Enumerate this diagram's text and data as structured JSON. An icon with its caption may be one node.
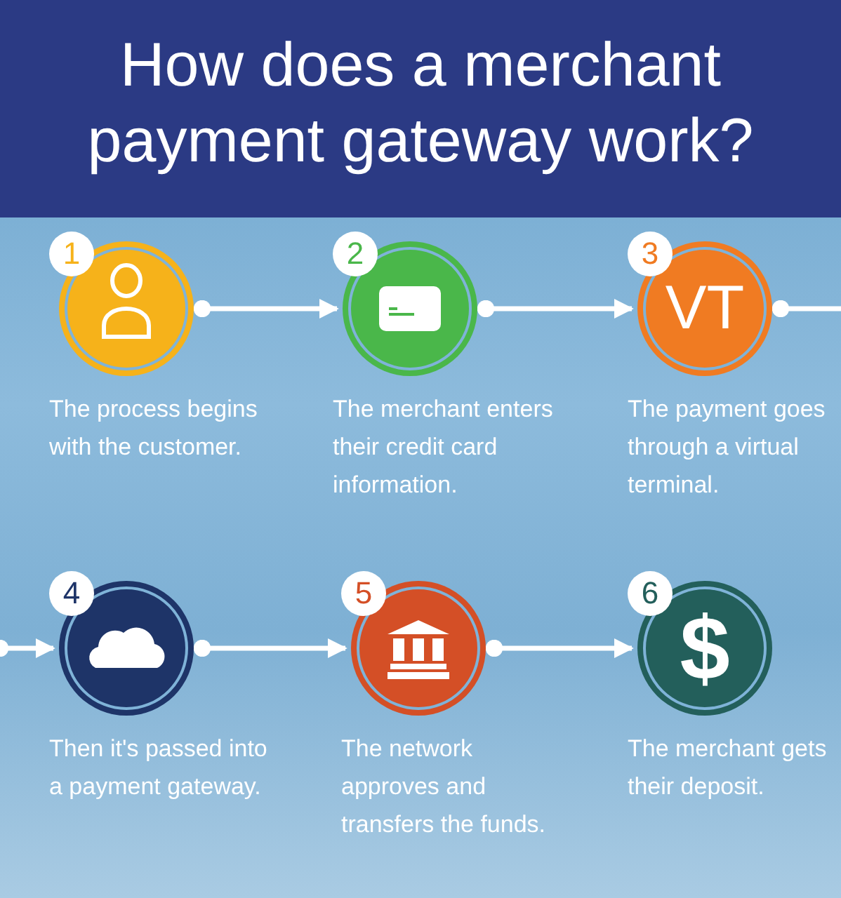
{
  "diagram": {
    "title": "How does a merchant payment gateway work?",
    "nodes": [
      {
        "text": [
          "1"
        ],
        "beside": [
          "The process begins with the customer."
        ]
      },
      {
        "text": [
          "2"
        ],
        "beside": [
          "The merchant enters their credit card information."
        ]
      },
      {
        "text": [
          "3",
          "VT"
        ],
        "beside": [
          "The payment goes through a virtual terminal."
        ]
      },
      {
        "text": [
          "4"
        ],
        "beside": [
          "Then it's passed into a payment gateway."
        ]
      },
      {
        "text": [
          "5"
        ],
        "beside": [
          "The network approves and transfers the funds."
        ]
      },
      {
        "text": [
          "6",
          "$"
        ],
        "beside": [
          "The merchant gets their deposit."
        ]
      }
    ],
    "edges": [
      {
        "from": 0,
        "to": 1,
        "arrow": "to"
      },
      {
        "from": 1,
        "to": 2,
        "arrow": "to"
      },
      {
        "from": 2,
        "to": null,
        "arrow": "other"
      },
      {
        "from": null,
        "to": 3,
        "arrow": "to"
      },
      {
        "from": 3,
        "to": 4,
        "arrow": "to"
      },
      {
        "from": 4,
        "to": 5,
        "arrow": "to"
      }
    ]
  }
}
